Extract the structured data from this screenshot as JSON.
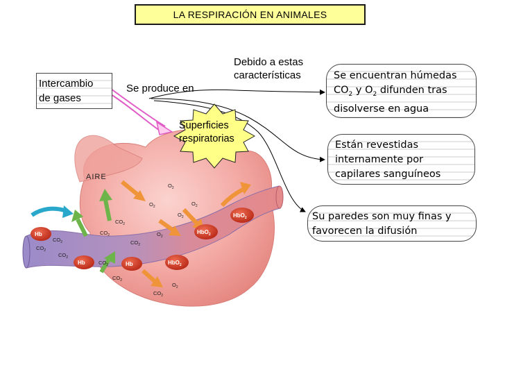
{
  "title": "LA RESPIRACIÓN EN ANIMALES",
  "concept_map": {
    "exchange": {
      "line1": "Intercambio",
      "line2": "de gases"
    },
    "produce_label": "Se produce en",
    "because_label": {
      "line1": "Debido a estas",
      "line2": "características"
    },
    "center": {
      "line1": "Superficies",
      "line2": "respiratorias"
    },
    "humid": {
      "line1": "Se encuentran húmedas",
      "line2_prefix": "CO",
      "line2_sub1": "2",
      "line2_mid": " y O",
      "line2_sub2": "2",
      "line2_suffix": " difunden tras",
      "line3": "disolverse en agua"
    },
    "capillaries": {
      "line1": "Están revestidas",
      "line2": "internamente por",
      "line3": "capilares sanguíneos"
    },
    "thin": {
      "line1": "Su paredes son muy finas y",
      "line2": "favorecen la difusión"
    }
  },
  "illustration": {
    "air_label": "AIRE",
    "hb": "Hb",
    "hbo2": "HbO",
    "co": "CO",
    "o": "O",
    "sub": "2"
  },
  "colors": {
    "title_bg": "#ffff99",
    "star_fill": "#ffff88",
    "vessel_blue": "#a98ec2",
    "vessel_red": "#e48a8a",
    "alveolus": "#f2a3a3",
    "arrow_green": "#6db44a",
    "arrow_orange": "#f0943a",
    "arrow_cyan": "#2aa8cc",
    "cell_red": "#c8321e"
  }
}
